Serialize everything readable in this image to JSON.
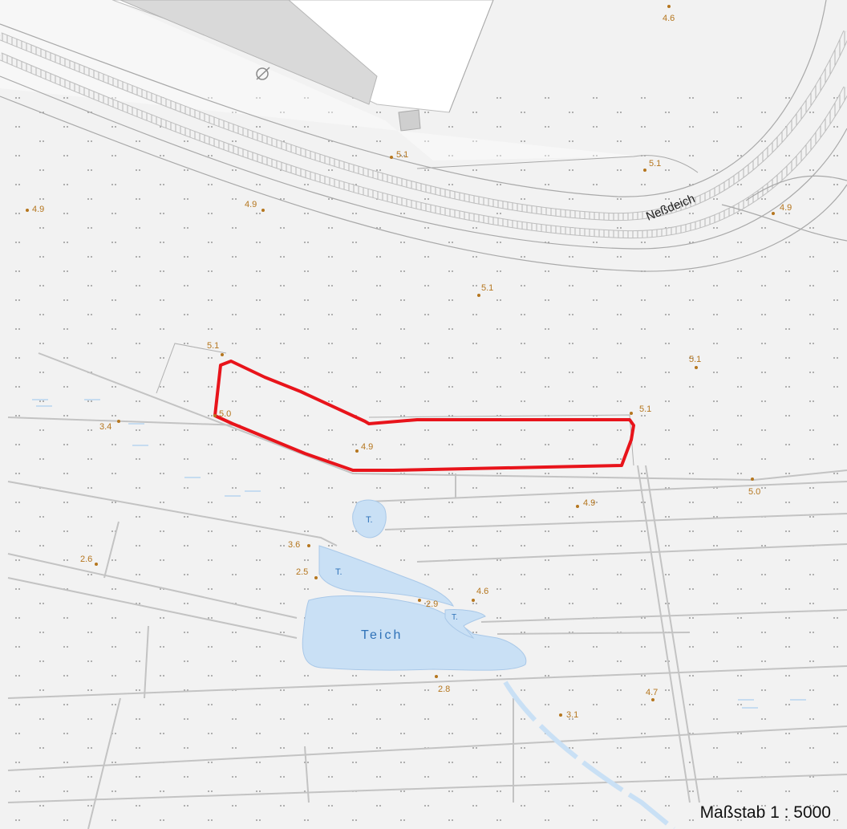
{
  "map": {
    "road_label": "Neßdeich",
    "water_labels": {
      "pond_main": "Teich",
      "pond_small_1": "T.",
      "pond_small_2": "T.",
      "pond_small_3": "T."
    },
    "elevations": [
      {
        "id": "e1",
        "value": "4.6"
      },
      {
        "id": "e2",
        "value": "5.1"
      },
      {
        "id": "e3",
        "value": "5.1"
      },
      {
        "id": "e4",
        "value": "4.9"
      },
      {
        "id": "e5",
        "value": "4.9"
      },
      {
        "id": "e6",
        "value": "4.9"
      },
      {
        "id": "e7",
        "value": "5.1"
      },
      {
        "id": "e8",
        "value": "5.1"
      },
      {
        "id": "e9",
        "value": "5.1"
      },
      {
        "id": "e10",
        "value": "5.0"
      },
      {
        "id": "e11",
        "value": "3.4"
      },
      {
        "id": "e12",
        "value": "4.9"
      },
      {
        "id": "e13",
        "value": "5.1"
      },
      {
        "id": "e14",
        "value": "5.0"
      },
      {
        "id": "e15",
        "value": "4.9"
      },
      {
        "id": "e16",
        "value": "3.6"
      },
      {
        "id": "e17",
        "value": "2.6"
      },
      {
        "id": "e18",
        "value": "2.5"
      },
      {
        "id": "e19",
        "value": "4.6"
      },
      {
        "id": "e20",
        "value": "2.9"
      },
      {
        "id": "e21",
        "value": "2.8"
      },
      {
        "id": "e22",
        "value": "4.7"
      },
      {
        "id": "e23",
        "value": "3.1"
      }
    ],
    "scale_text": "Maßstab 1 : 5000",
    "colors": {
      "background": "#f2f2f2",
      "water": "#c9e0f5",
      "highlight": "#e8141b",
      "elevation": "#b5761e"
    }
  }
}
